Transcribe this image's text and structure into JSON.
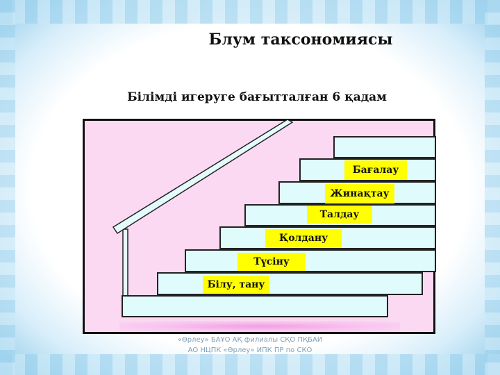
{
  "title": "Блум таксономиясы",
  "subtitle": "Білімді игеруге бағытталған 6 қадам",
  "steps": [
    "Білу, тану",
    "Түсіну",
    "Қолдану",
    "Талдау",
    "Жинақтау",
    "Бағалау"
  ],
  "footer": {
    "line1": "«Өрлеу» БАҰО АҚ филиалы СҚО ПҚБАИ",
    "line2": "АО НЦПК «Өрлеу» ИПК ПР по СКО"
  },
  "colors": {
    "panel": "#fbd9f3",
    "step": "#dffbfb",
    "label": "#ffff00"
  }
}
